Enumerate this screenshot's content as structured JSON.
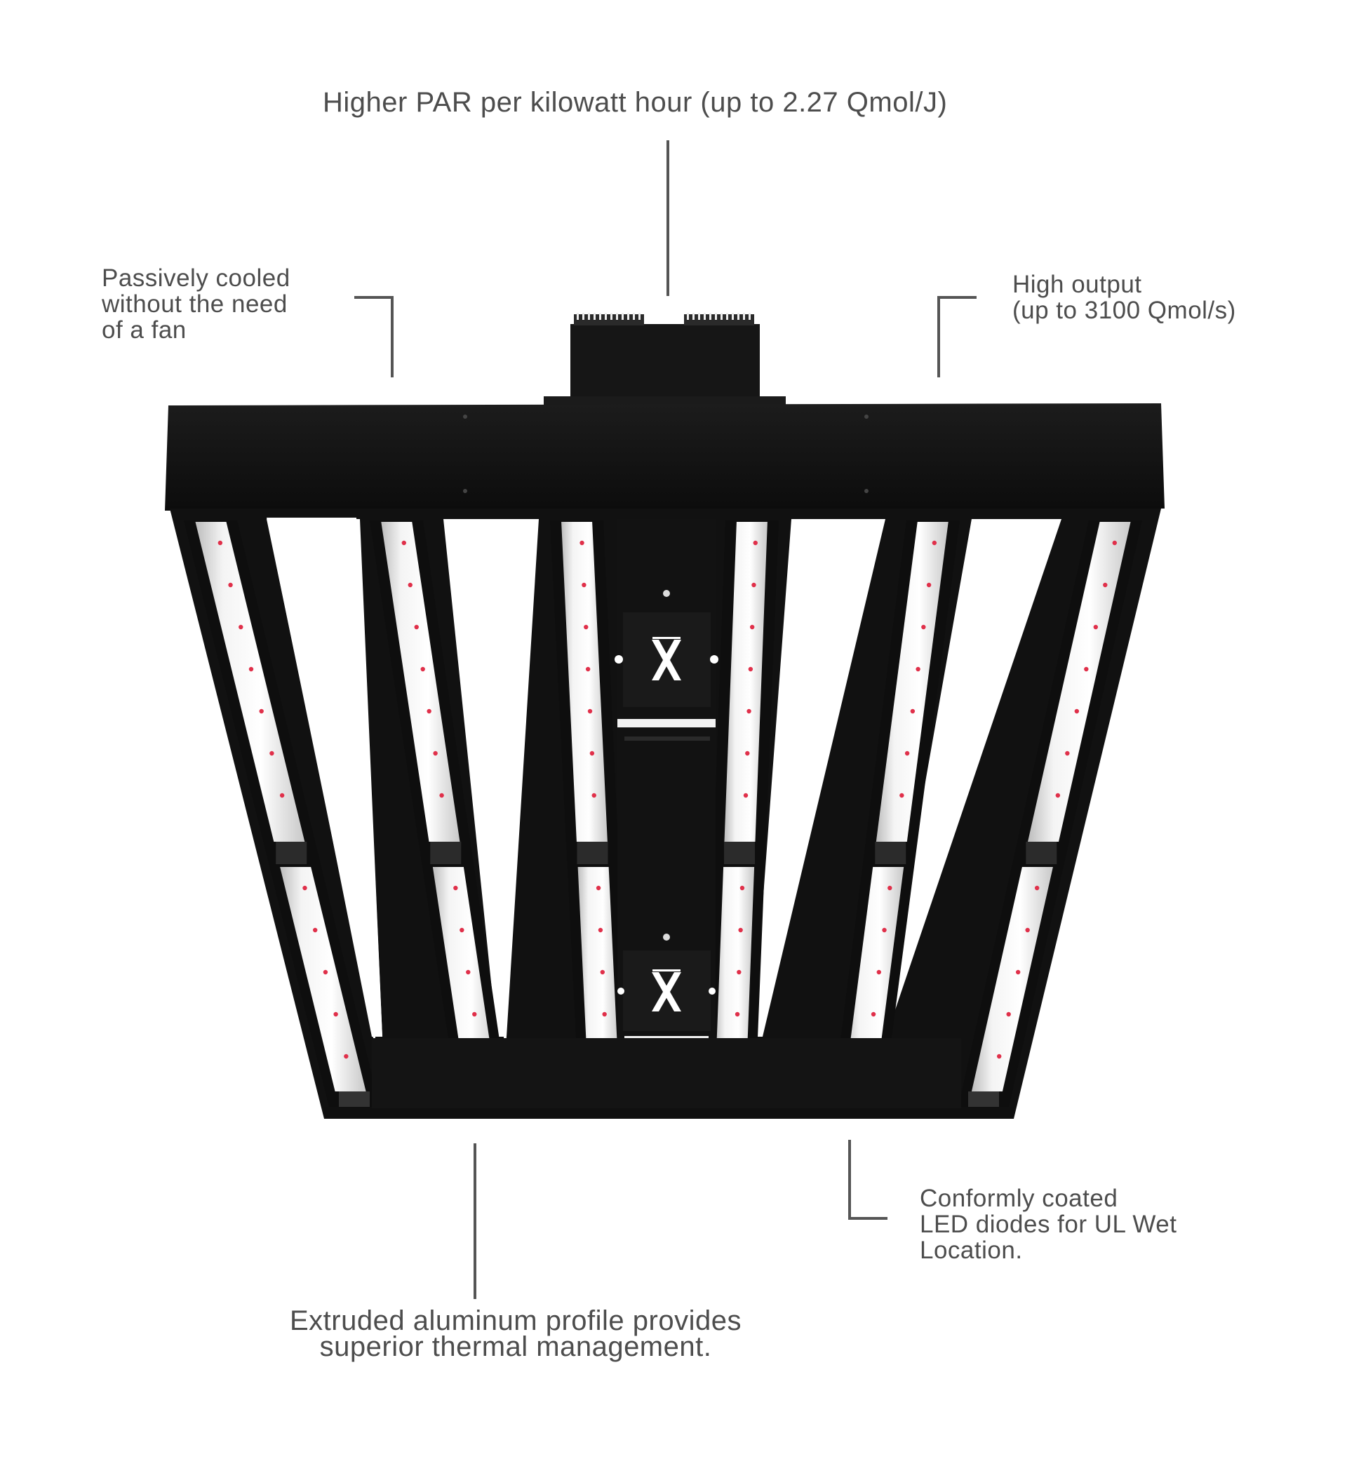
{
  "callouts": {
    "top": {
      "line1": "Higher PAR per kilowatt hour (up to 2.27 Qmol/J)"
    },
    "left": {
      "line1": "Passively cooled",
      "line2": "without the need",
      "line3": "of a fan"
    },
    "right": {
      "line1": "High output",
      "line2": "(up to 3100 Qmol/s)"
    },
    "bottom_right": {
      "line1": "Conformly coated",
      "line2": "LED diodes for UL Wet",
      "line3": "Location."
    },
    "bottom": {
      "line1": "Extruded aluminum profile provides",
      "line2": "superior thermal management."
    }
  },
  "colors": {
    "fixture_body": "#141414",
    "led_strip": "#e9e9e9",
    "diode_red": "#e0304a",
    "text": "#4d4d4d",
    "leader_line": "#555555"
  },
  "icons": {
    "brand_mark": "x-logo-icon"
  }
}
